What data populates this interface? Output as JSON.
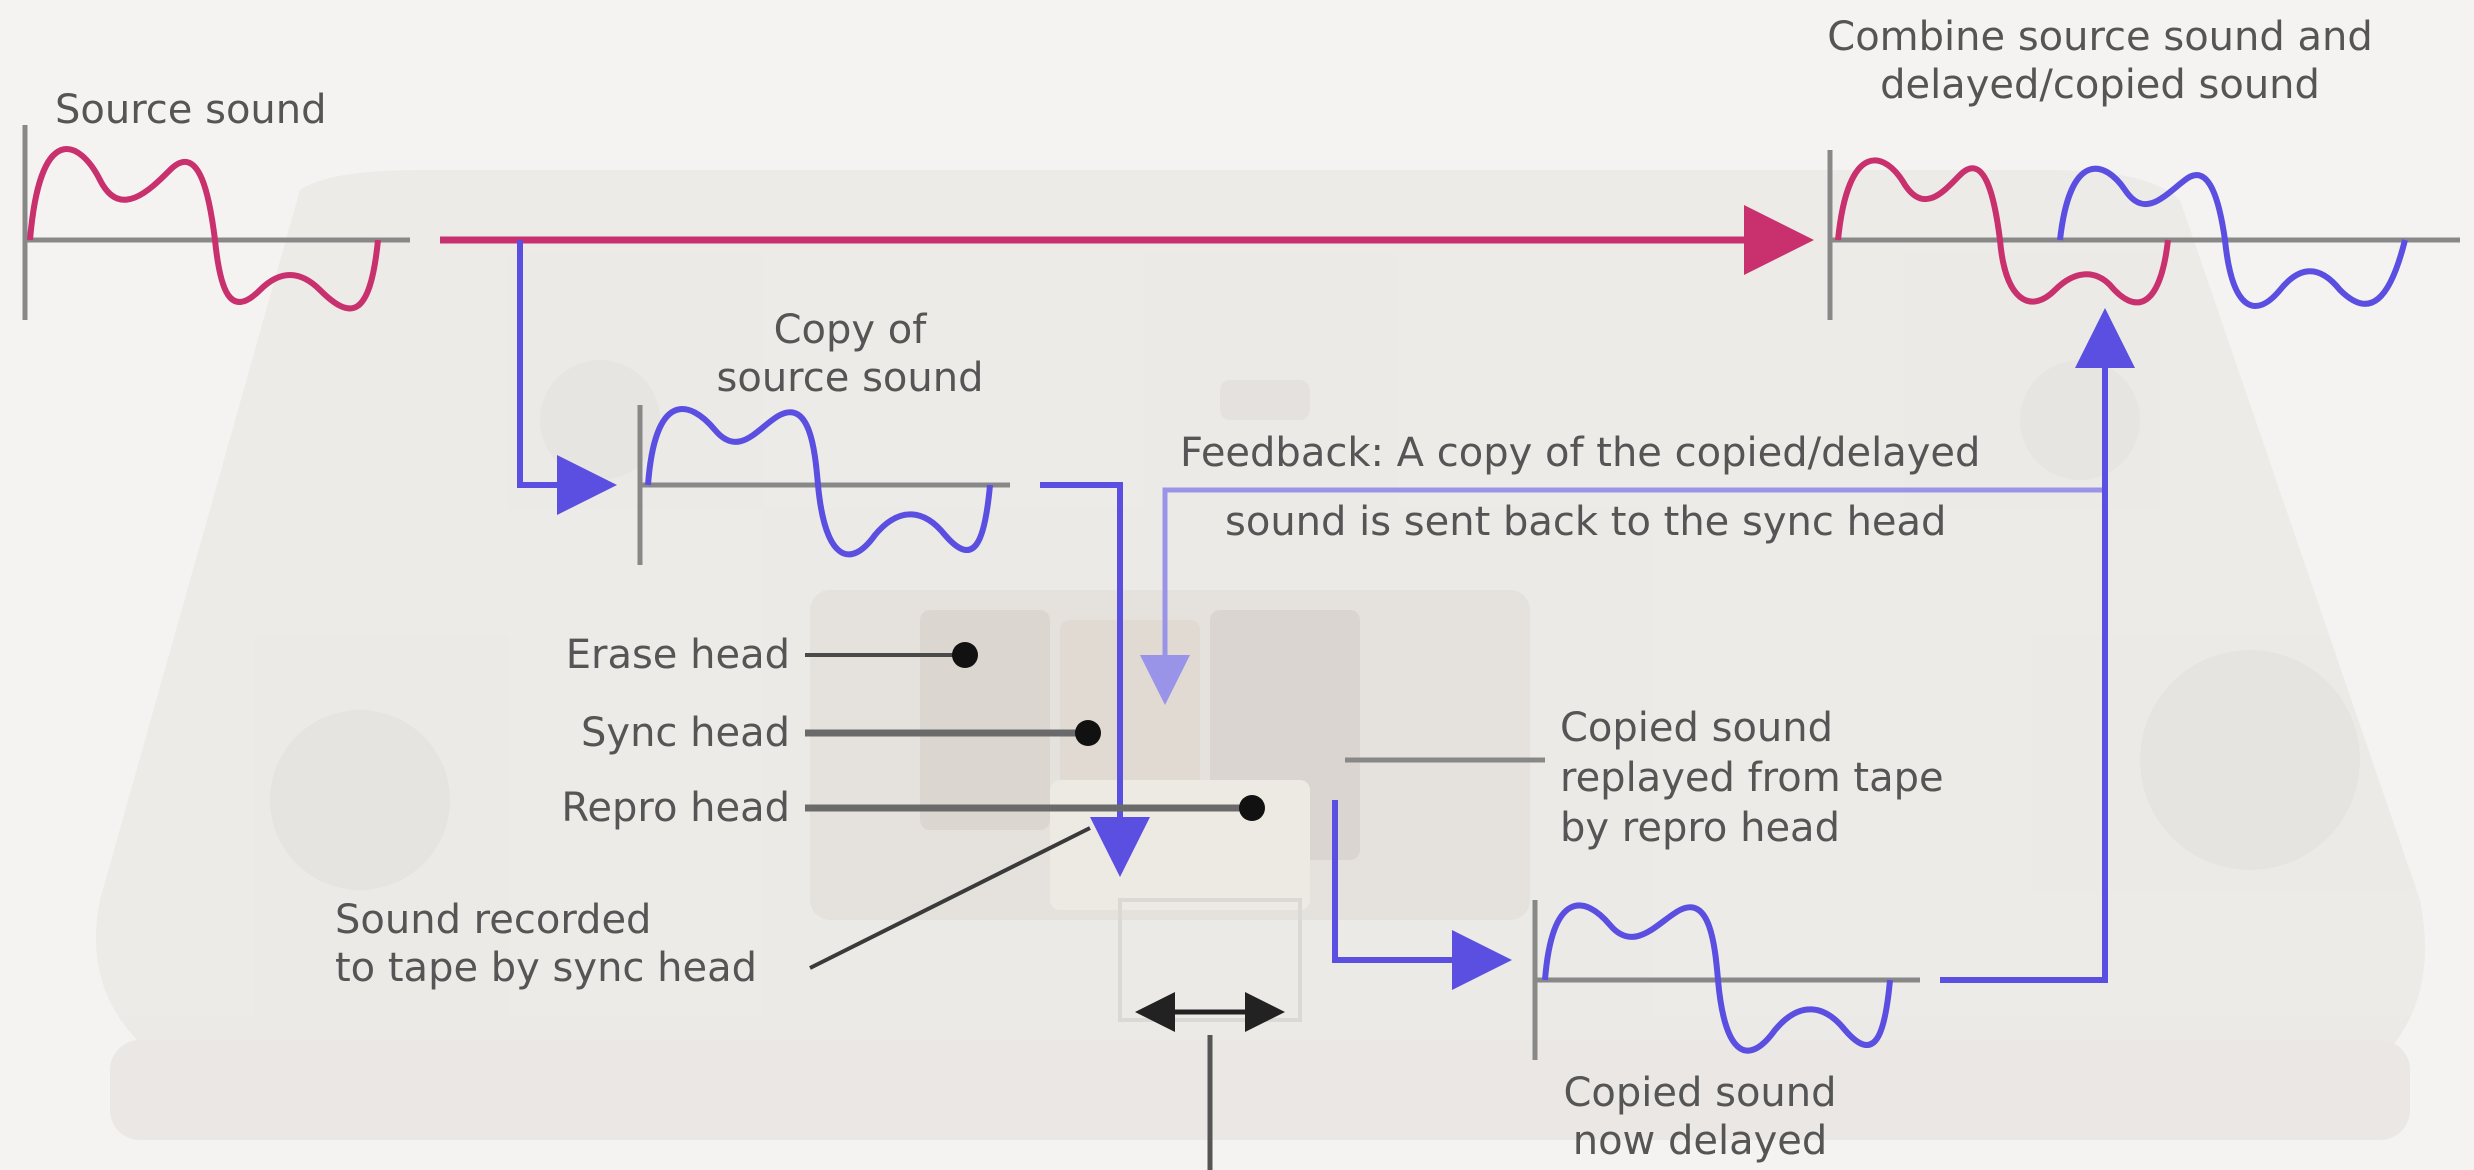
{
  "labels": {
    "source_sound": "Source sound",
    "combine_line1": "Combine source sound and",
    "combine_line2": "delayed/copied sound",
    "copy_line1": "Copy of",
    "copy_line2": "source sound",
    "feedback_line1": "Feedback: A copy of the copied/delayed",
    "feedback_line2": "sound is sent back to the sync head",
    "erase_head": "Erase head",
    "sync_head": "Sync head",
    "repro_head": "Repro head",
    "recorded_line1": "Sound recorded",
    "recorded_line2": "to tape by sync head",
    "replayed_line1": "Copied sound",
    "replayed_line2": "replayed from tape",
    "replayed_line3": "by repro head",
    "delayed_line1": "Copied sound",
    "delayed_line2": "now delayed"
  },
  "colors": {
    "source_wave": "#c9306e",
    "copy_wave": "#5a4fe0",
    "leader": "#6a6a6a",
    "background": "#f4f3f1"
  }
}
